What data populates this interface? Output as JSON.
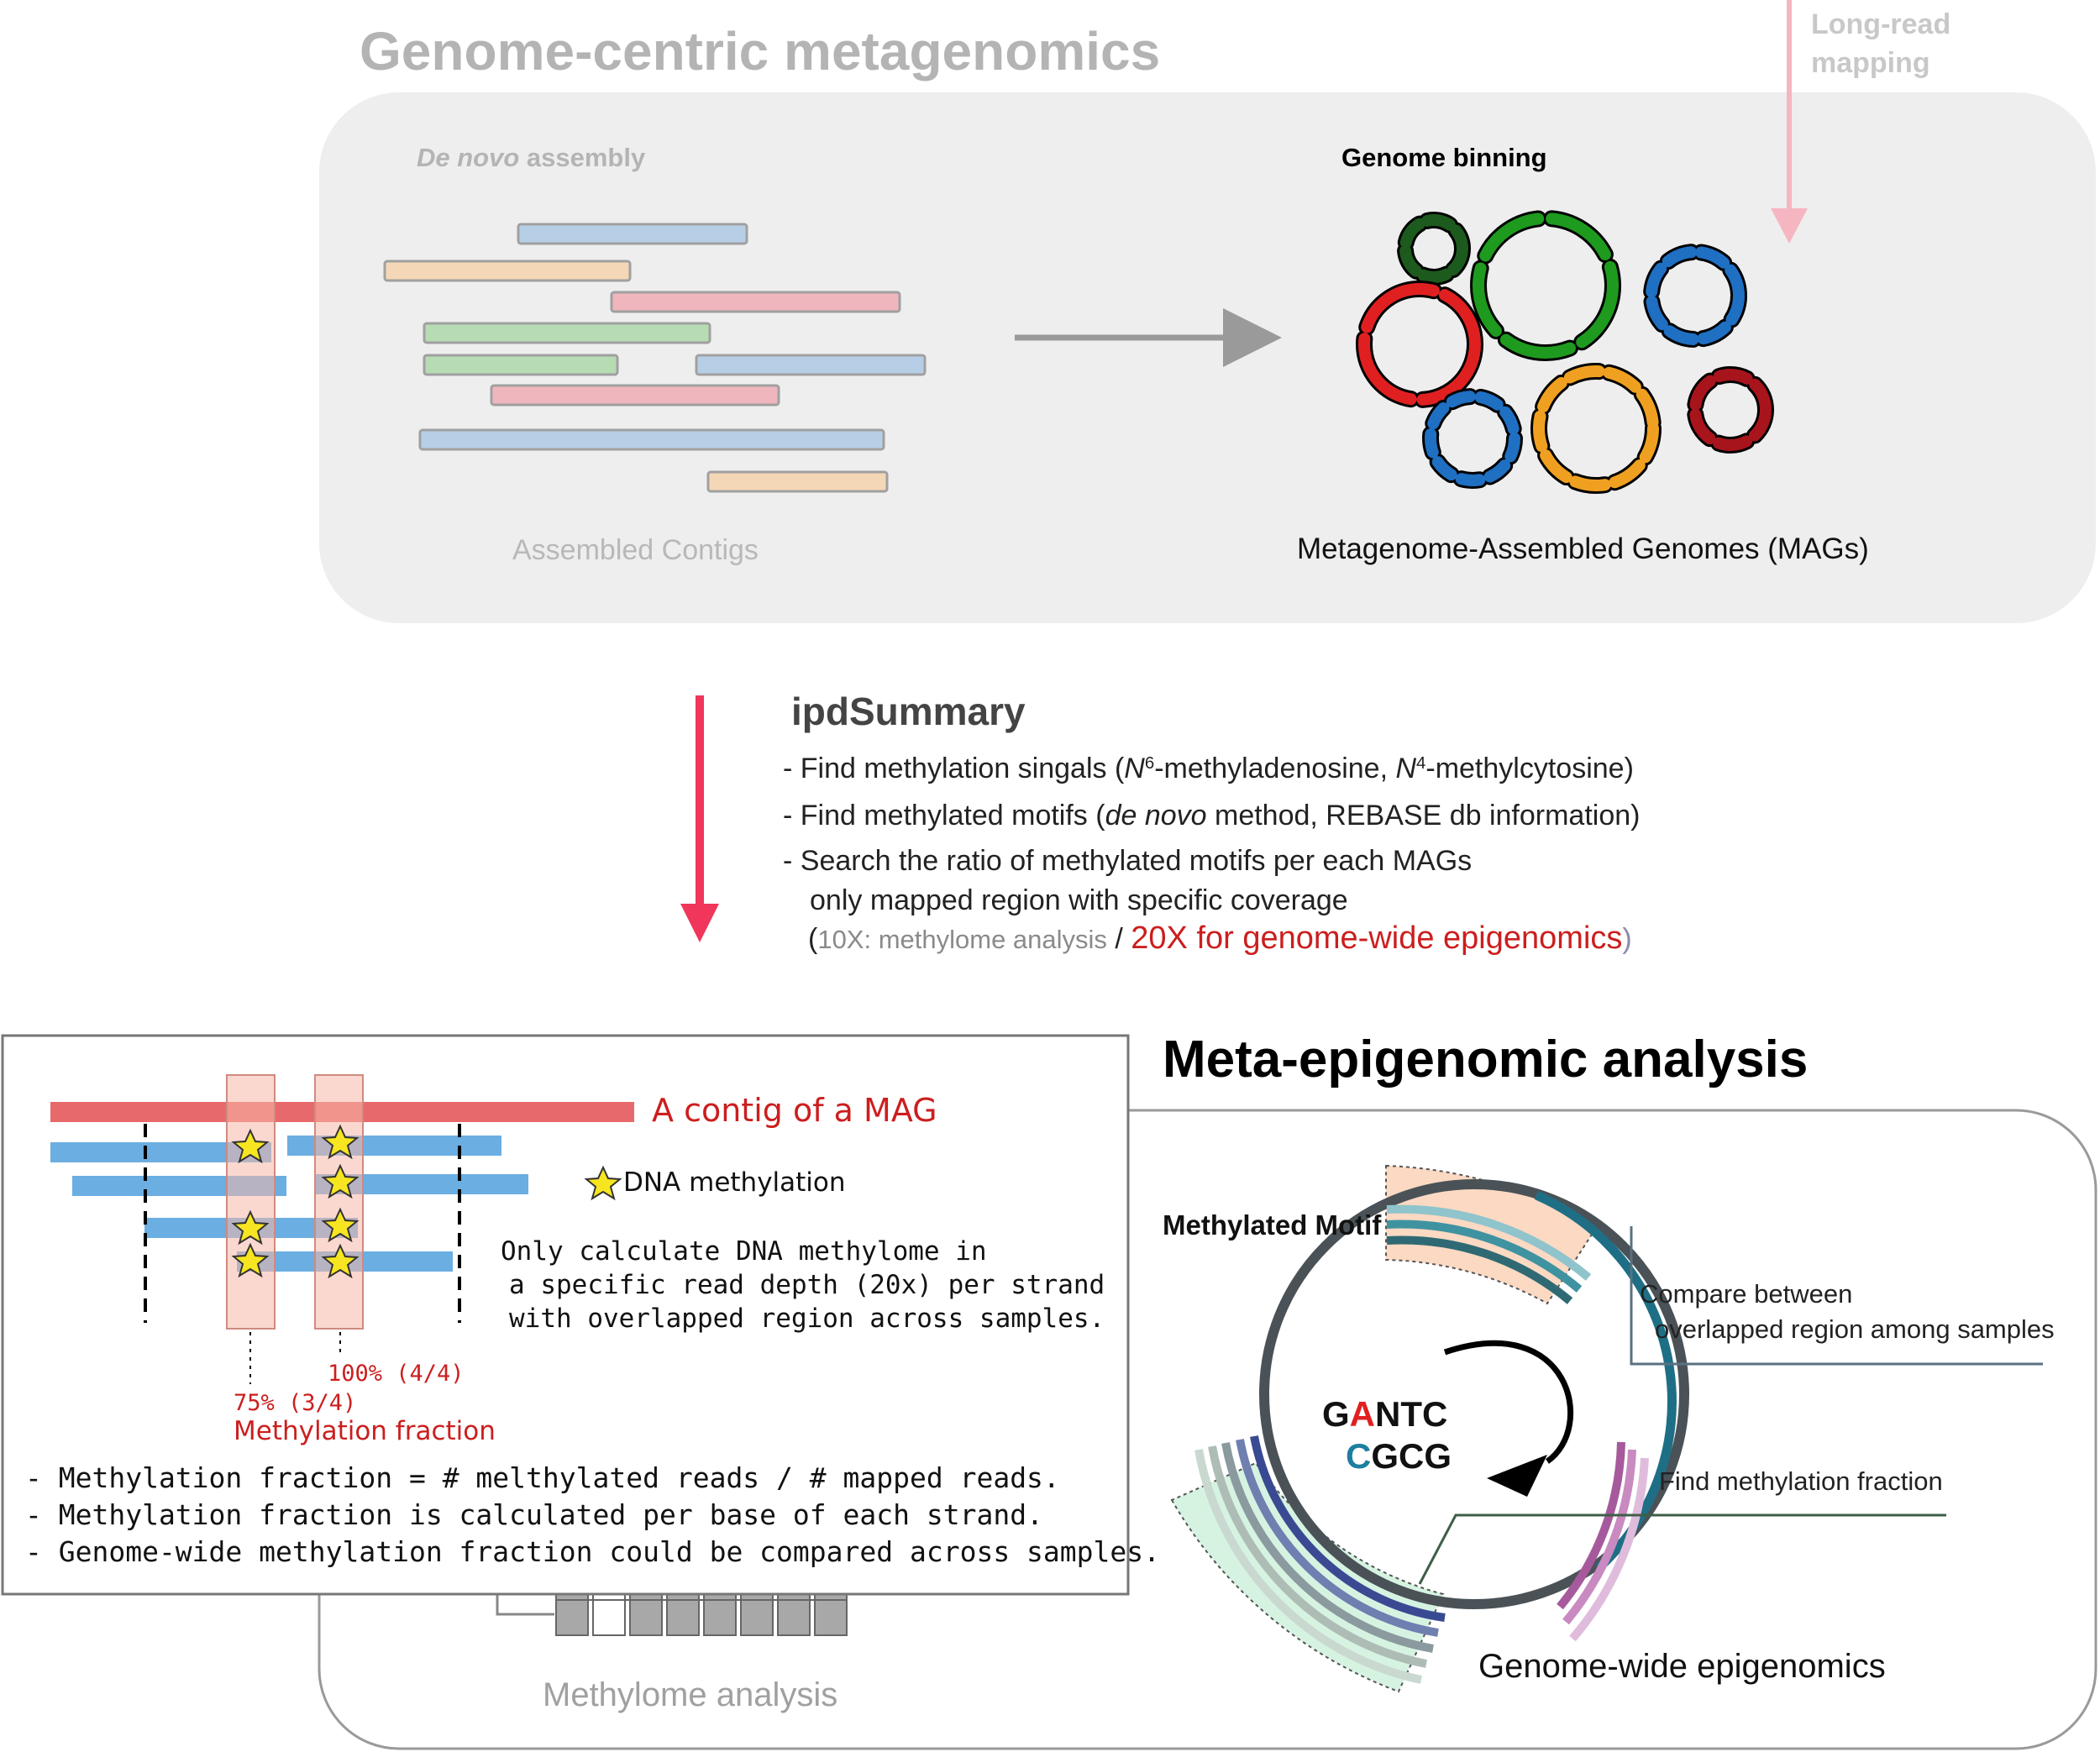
{
  "top": {
    "title": "Genome-centric metagenomics",
    "long_read_line1": "Long-read",
    "long_read_line2": "mapping",
    "de_novo_italic": "De novo",
    "assembly_word": " assembly",
    "genome_binning": "Genome binning",
    "assembled_contigs": "Assembled Contigs",
    "mags_label": "Metagenome-Assembled Genomes (MAGs)"
  },
  "ipd": {
    "title": "ipdSummary",
    "line1_a": "- Find methylation singals (",
    "line1_n6": "N",
    "line1_sup6": "6",
    "line1_b": "-methyladenosine, ",
    "line1_n4": "N",
    "line1_sup4": "4",
    "line1_c": "-methylcytosine)",
    "line2_a": "- Find methylated motifs (",
    "line2_italic": "de novo",
    "line2_b": " method, REBASE db information)",
    "line3": "- Search the ratio of methylated motifs per each MAGs",
    "line4": "only mapped region with specific coverage",
    "line5_open": "(",
    "line5_gray": "10X: methylome analysis",
    "line5_slash": " / ",
    "line5_red": "20X for genome-wide epigenomics",
    "line5_close": ")"
  },
  "inset": {
    "contig_label": "A contig of a MAG",
    "dna_methylation": "DNA methylation",
    "calc_line1": "Only calculate DNA methylome in",
    "calc_line2": "a specific read depth (20x) per strand",
    "calc_line3": "with overlapped region across samples.",
    "pct100": "100% (4/4)",
    "pct75": "75% (3/4)",
    "methylation_fraction": "Methylation fraction",
    "bullet1": "- Methylation fraction = # melthylated reads / # mapped reads.",
    "bullet2": "- Methylation fraction is calculated per base of each strand.",
    "bullet3": "- Genome-wide methylation fraction could be compared across samples."
  },
  "meta": {
    "title": "Meta-epigenomic analysis",
    "methylated_motif": "Methylated Motif",
    "motif1_g": "G",
    "motif1_a": "A",
    "motif1_rest": "NTC",
    "motif2_c": "C",
    "motif2_rest": "GCG",
    "compare_line1": "Compare between",
    "compare_line2": "overlapped region among samples",
    "find_fraction": "Find methylation fraction",
    "genome_wide": "Genome-wide epigenomics",
    "methylome_analysis": "Methylome analysis"
  },
  "colors": {
    "red_text": "#cc1e1e",
    "arrow_red": "#f0365a",
    "gray_text": "#b4b4b4",
    "panel_gray": "#eeeeee"
  }
}
